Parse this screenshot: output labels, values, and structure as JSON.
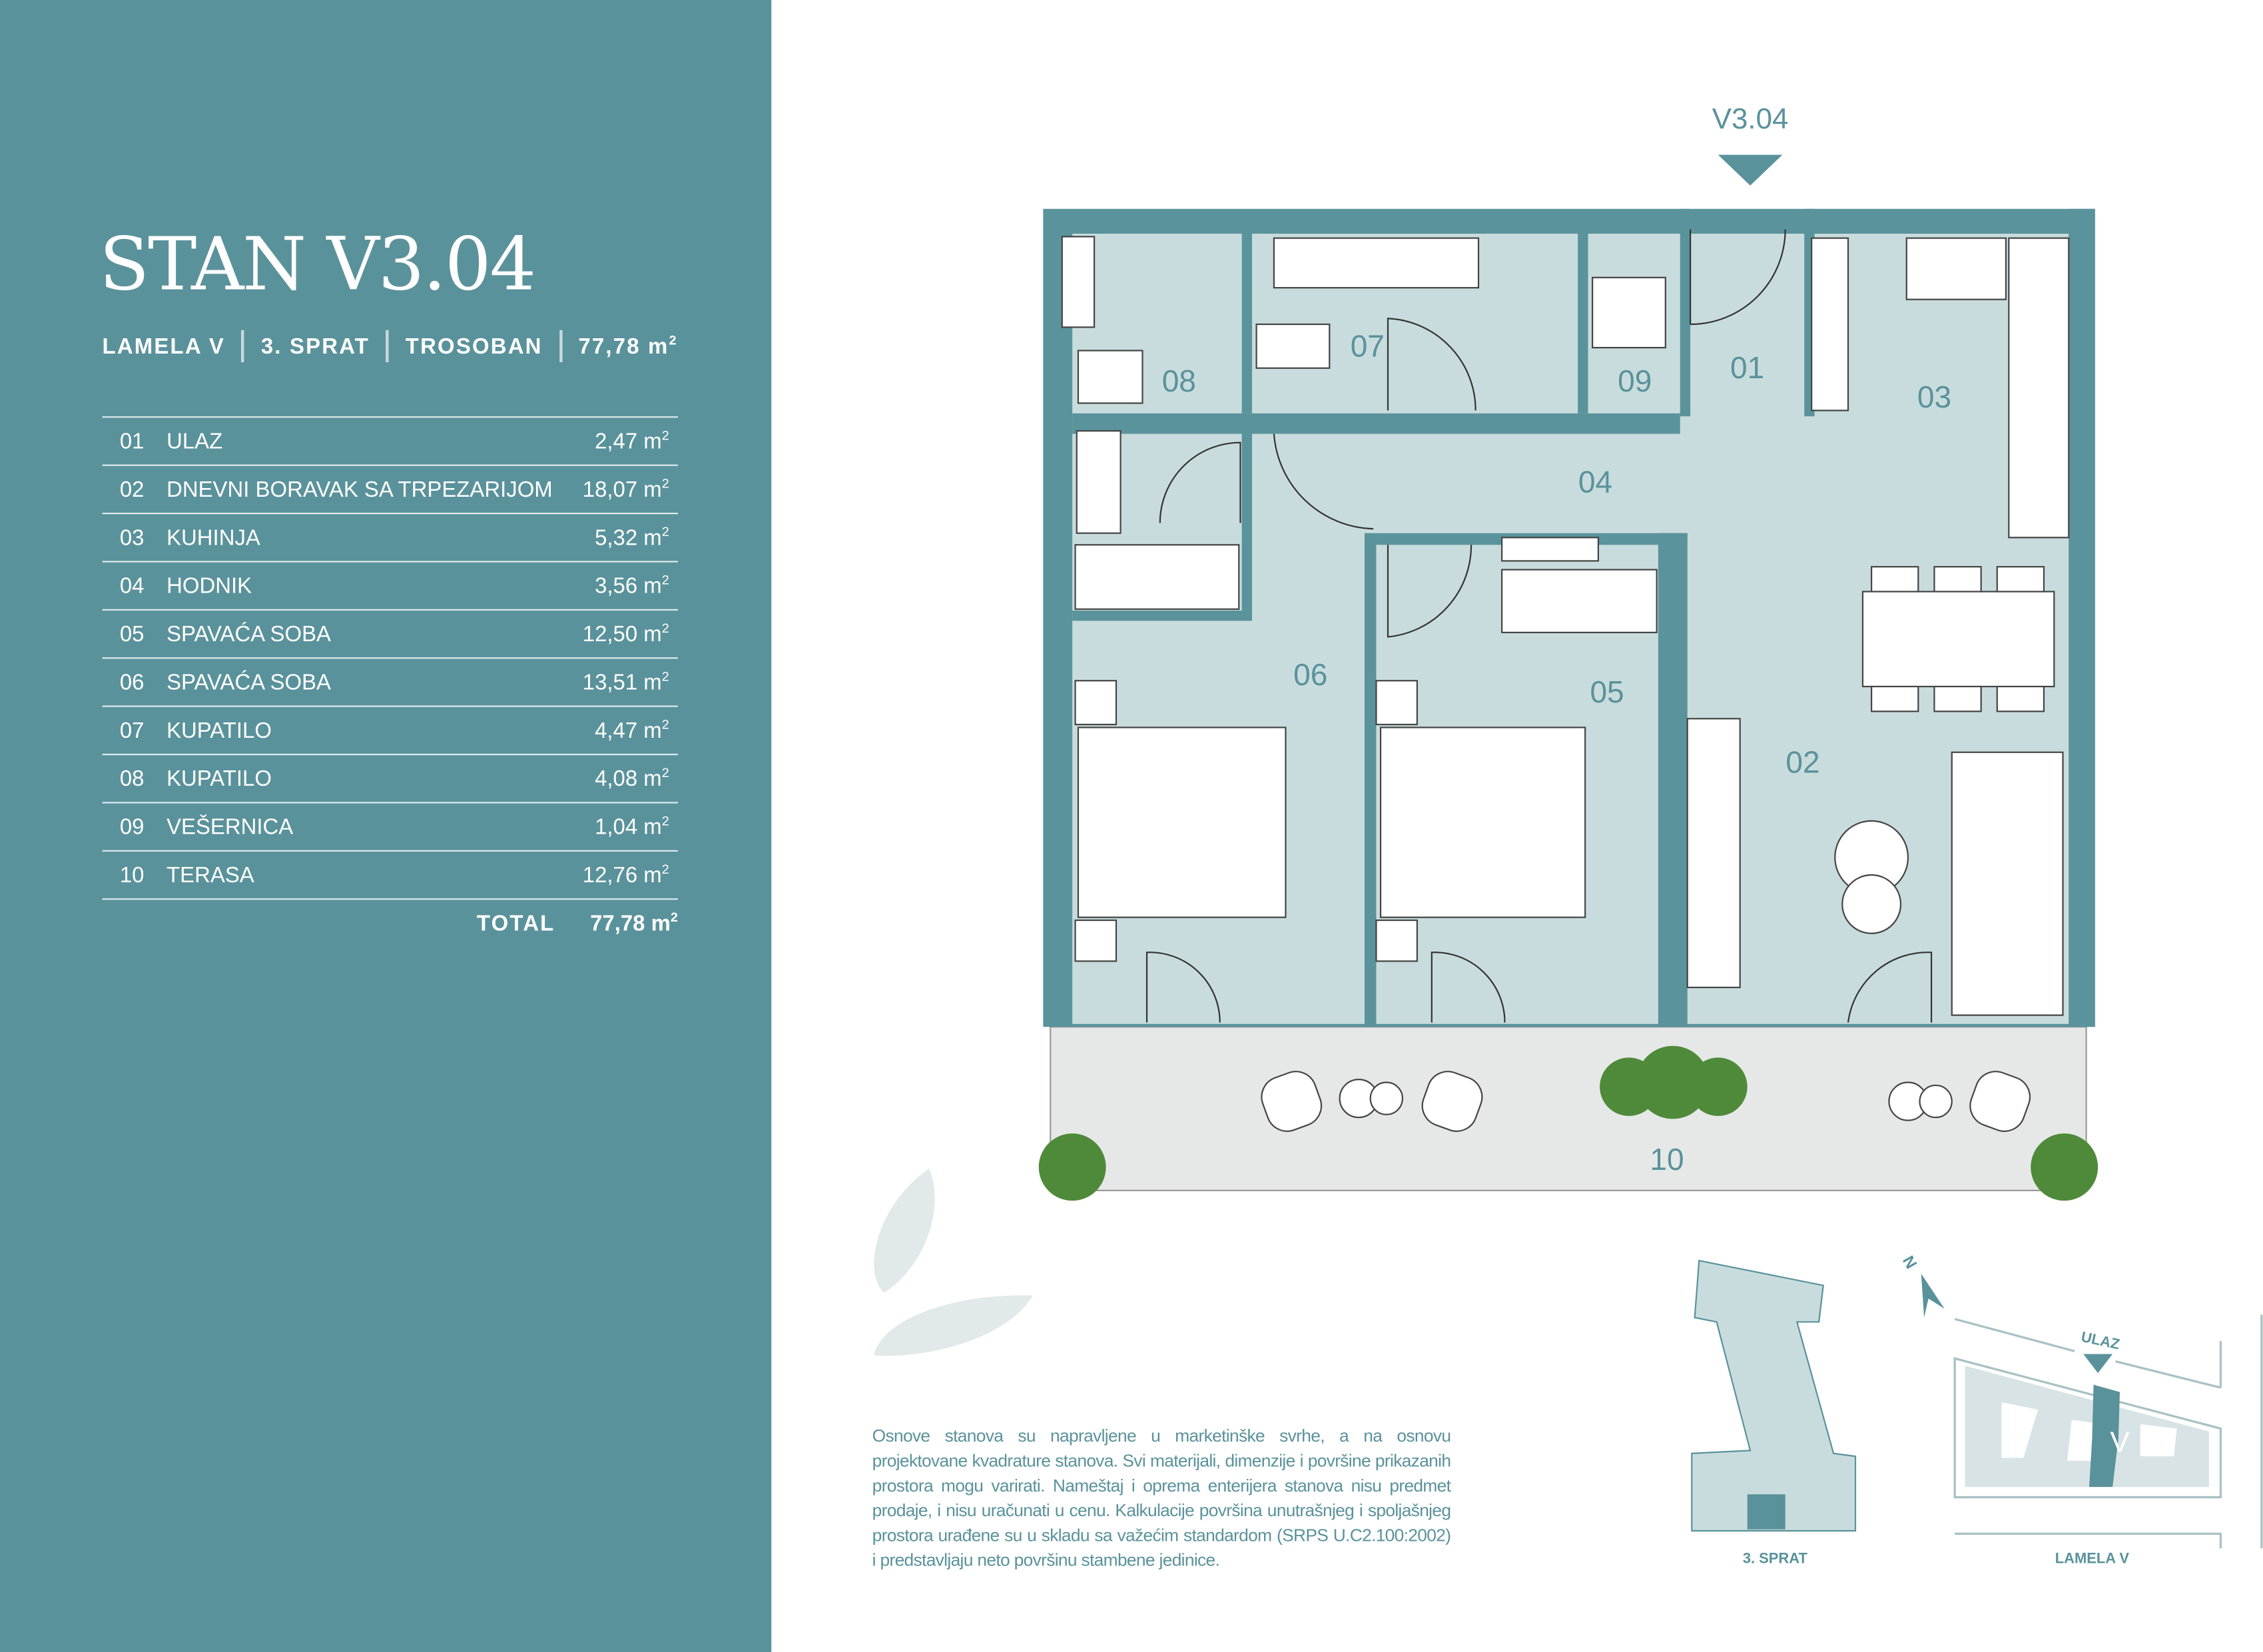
{
  "header": {
    "title": "STAN V3.04",
    "lamela": "LAMELA V",
    "floor": "3. SPRAT",
    "type": "TROSOBAN",
    "area": "77,78 m",
    "area_sup": "2"
  },
  "rooms": [
    {
      "no": "01",
      "name": "ULAZ",
      "area": "2,47 m"
    },
    {
      "no": "02",
      "name": "DNEVNI BORAVAK SA TRPEZARIJOM",
      "area": "18,07 m"
    },
    {
      "no": "03",
      "name": "KUHINJA",
      "area": "5,32 m"
    },
    {
      "no": "04",
      "name": "HODNIK",
      "area": "3,56 m"
    },
    {
      "no": "05",
      "name": "SPAVAĆA SOBA",
      "area": "12,50 m"
    },
    {
      "no": "06",
      "name": "SPAVAĆA SOBA",
      "area": "13,51 m"
    },
    {
      "no": "07",
      "name": "KUPATILO",
      "area": "4,47 m"
    },
    {
      "no": "08",
      "name": "KUPATILO",
      "area": "4,08 m"
    },
    {
      "no": "09",
      "name": "VEŠERNICA",
      "area": "1,04 m"
    },
    {
      "no": "10",
      "name": "TERASA",
      "area": "12,76 m"
    }
  ],
  "sup": "2",
  "total": {
    "label": "TOTAL",
    "area": "77,78 m"
  },
  "plan": {
    "unit_label": "V3.04",
    "labels": [
      "01",
      "02",
      "03",
      "04",
      "05",
      "06",
      "07",
      "08",
      "09",
      "10"
    ]
  },
  "disclaimer": "Osnove stanova su napravljene u marketinške svrhe, a na osnovu projektovane kvadrature stanova. Svi materijali, dimenzije i površine prikazanih prostora mogu varirati. Nameštaj i oprema enterijera stanova nisu predmet prodaje, i nisu uračunati u cenu. Kalkulacije površina unutrašnjeg i spoljašnjeg prostora urađene su u skladu sa važećim standardom (SRPS U.C2.100:2002) i predstavljaju neto površinu stambene jedinice.",
  "keyplan": {
    "floor_label": "3. SPRAT",
    "lamela_label": "LAMELA V",
    "entrance": "ULAZ",
    "lamela_letter": "V",
    "north": "N"
  },
  "colors": {
    "brand": "#5a929b",
    "room_fill": "#c9dcdd",
    "terrace": "#e6e8e7",
    "plant": "#4f8a3a"
  }
}
